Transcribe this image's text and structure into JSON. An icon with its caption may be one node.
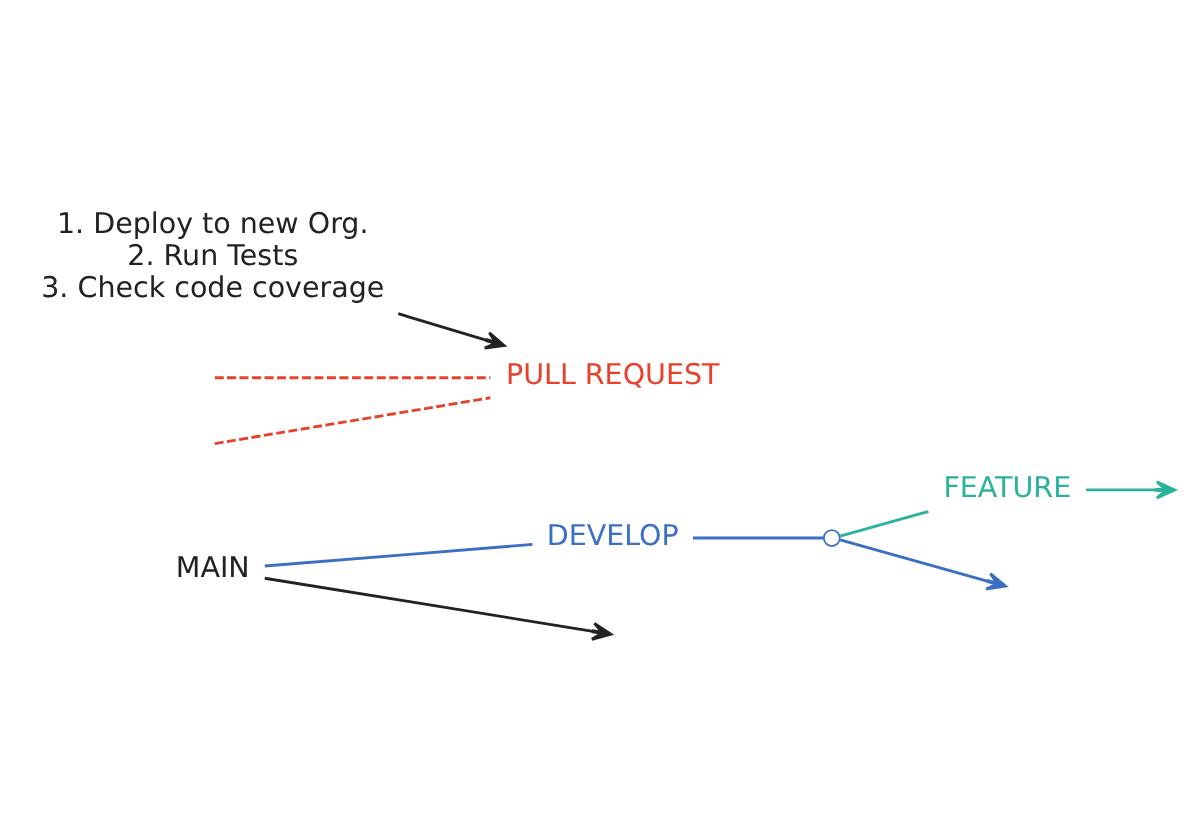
{
  "diagram": {
    "nodes": [
      {
        "text": [
          "MAIN"
        ]
      },
      {
        "text": [
          "DEVELOP"
        ]
      },
      {
        "text": [],
        "shape": "circle"
      },
      {
        "text": [
          "FEATURE"
        ]
      },
      {
        "text": [
          "1. Deploy to new Org.",
          "2. Run Tests",
          "3. Check code coverage"
        ]
      },
      {
        "text": [
          "PULL REQUEST"
        ]
      }
    ],
    "edges": [
      {
        "from": 0,
        "to": null,
        "arrow": "to",
        "color": "#222222"
      },
      {
        "from": 0,
        "to": 1,
        "arrow": "none",
        "color": "#3a6fc4"
      },
      {
        "from": 1,
        "to": 2,
        "arrow": "none",
        "color": "#3a6fc4"
      },
      {
        "from": 2,
        "to": null,
        "arrow": "to",
        "color": "#3a6fc4"
      },
      {
        "from": 2,
        "to": 3,
        "arrow": "none",
        "color": "#2bb39a"
      },
      {
        "from": 3,
        "to": null,
        "arrow": "to",
        "color": "#2bb39a"
      },
      {
        "from": null,
        "to": 5,
        "arrow": "none",
        "style": "dashed",
        "color": "#e8402a"
      },
      {
        "from": null,
        "to": 5,
        "arrow": "none",
        "style": "dashed",
        "color": "#e8402a"
      },
      {
        "from": 4,
        "to": 5,
        "arrow": "to",
        "color": "#222222"
      }
    ]
  }
}
